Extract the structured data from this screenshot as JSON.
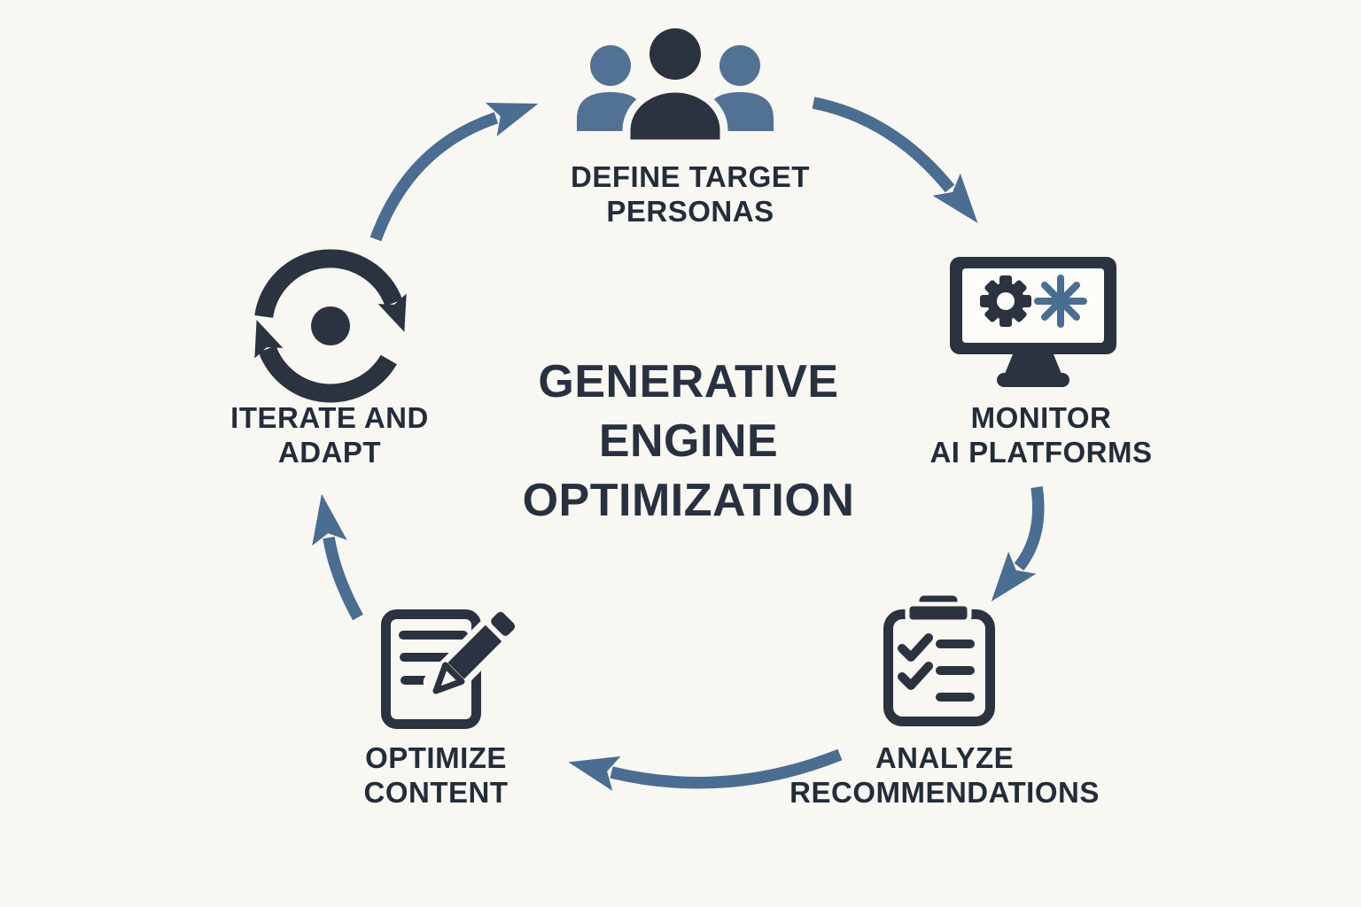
{
  "diagram": {
    "title": {
      "lines": [
        "GENERATIVE",
        "ENGINE",
        "OPTIMIZATION"
      ]
    },
    "steps": [
      {
        "id": "define-target-personas",
        "icon": "team-people-icon",
        "label_lines": [
          "DEFINE TARGET",
          "PERSONAS"
        ]
      },
      {
        "id": "monitor-ai-platforms",
        "icon": "monitor-gear-spark-icon",
        "label_lines": [
          "MONITOR",
          "AI PLATFORMS"
        ]
      },
      {
        "id": "analyze-recommendations",
        "icon": "checklist-clipboard-icon",
        "label_lines": [
          "ANALYZE",
          "RECOMMENDATIONS"
        ]
      },
      {
        "id": "optimize-content",
        "icon": "edit-document-pencil-icon",
        "label_lines": [
          "OPTIMIZE",
          "CONTENT"
        ]
      },
      {
        "id": "iterate-and-adapt",
        "icon": "cycle-arrows-icon",
        "label_lines": [
          "ITERATE AND",
          "ADAPT"
        ]
      }
    ],
    "flow_arrows": [
      "iterate-to-personas",
      "personas-to-monitor",
      "monitor-to-analyze",
      "analyze-to-optimize",
      "optimize-to-iterate"
    ],
    "colors": {
      "background": "#f9f7f2",
      "dark": "#2a333f",
      "text": "#232d3a",
      "steel_blue": "#527295",
      "arrow_blue": "#4a6d92"
    }
  }
}
